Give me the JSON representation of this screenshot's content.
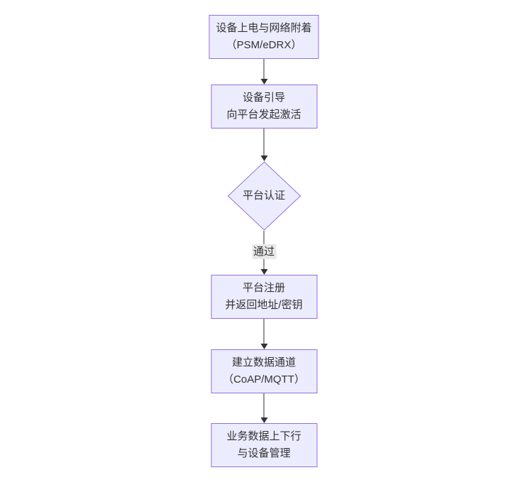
{
  "diagram": {
    "type": "flowchart-vertical",
    "colors": {
      "background": "#ffffff",
      "node_fill": "#ECECFF",
      "node_border": "#9370DB",
      "node_text": "#333333",
      "edge_line": "#333333",
      "edge_label_bg": "#e8e8e8"
    },
    "nodes": [
      {
        "id": "power-attach",
        "type": "process",
        "line1": "设备上电与网络附着",
        "line2": "（PSM/eDRX）"
      },
      {
        "id": "bootstrap",
        "type": "process",
        "line1": "设备引导",
        "line2": "向平台发起激活"
      },
      {
        "id": "platform-auth",
        "type": "decision",
        "line1": "平台认证",
        "line2": ""
      },
      {
        "id": "register",
        "type": "process",
        "line1": "平台注册",
        "line2": "并返回地址/密钥"
      },
      {
        "id": "data-channel",
        "type": "process",
        "line1": "建立数据通道",
        "line2": "（CoAP/MQTT）"
      },
      {
        "id": "business-data",
        "type": "process",
        "line1": "业务数据上下行",
        "line2": "与设备管理"
      }
    ],
    "edges": [
      {
        "from": "power-attach",
        "to": "bootstrap",
        "label": ""
      },
      {
        "from": "bootstrap",
        "to": "platform-auth",
        "label": ""
      },
      {
        "from": "platform-auth",
        "to": "register",
        "label": "通过"
      },
      {
        "from": "register",
        "to": "data-channel",
        "label": ""
      },
      {
        "from": "data-channel",
        "to": "business-data",
        "label": ""
      }
    ]
  }
}
